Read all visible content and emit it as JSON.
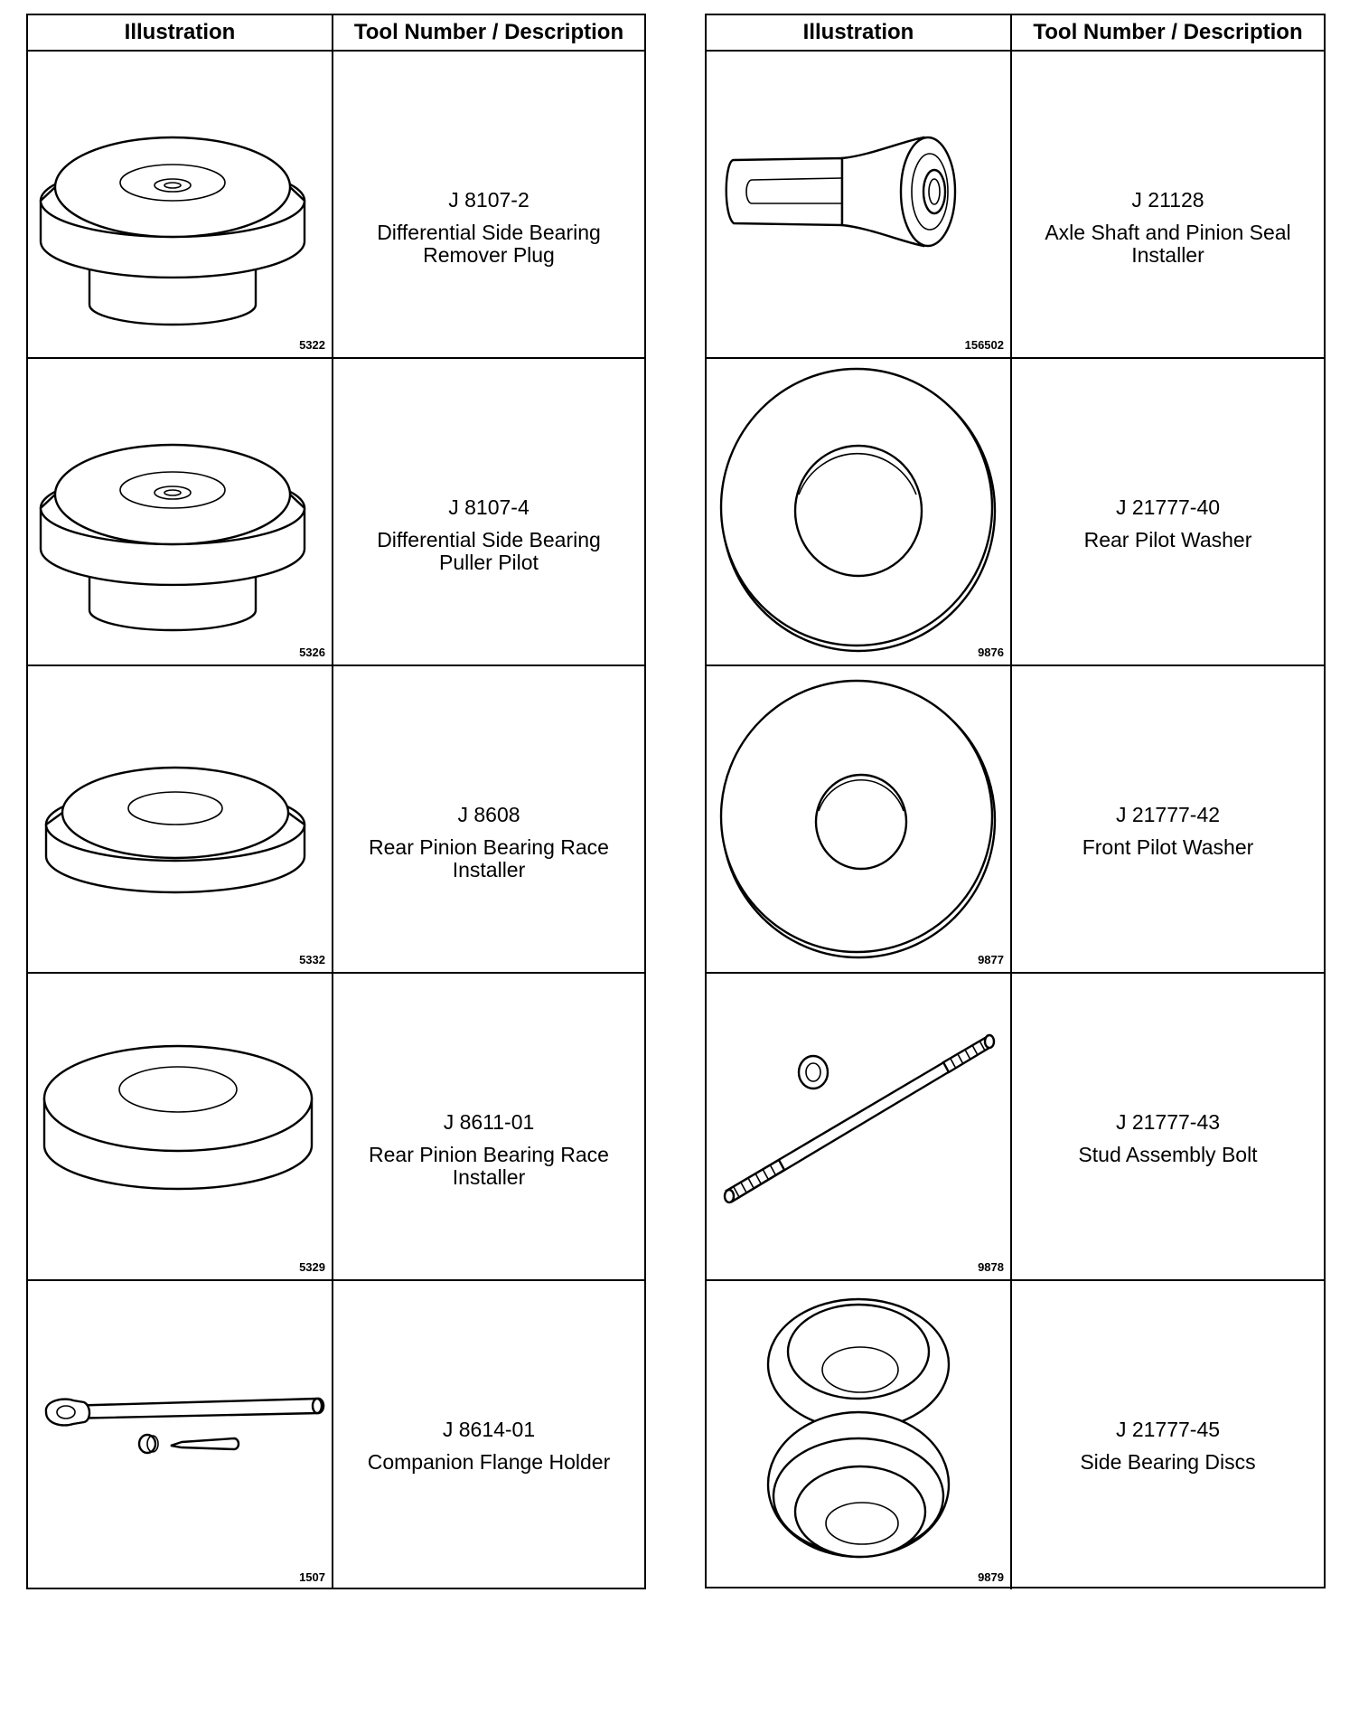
{
  "left_table": {
    "header_illustration": "Illustration",
    "header_description": "Tool Number / Description",
    "rows": [
      {
        "tool_number": "J 8107-2",
        "description": "Differential Side Bearing\nRemover Plug",
        "figure_number": "5322"
      },
      {
        "tool_number": "J 8107-4",
        "description": "Differential Side Bearing\nPuller Pilot",
        "figure_number": "5326"
      },
      {
        "tool_number": "J 8608",
        "description": "Rear Pinion Bearing Race\nInstaller",
        "figure_number": "5332"
      },
      {
        "tool_number": "J 8611-01",
        "description": "Rear Pinion Bearing Race\nInstaller",
        "figure_number": "5329"
      },
      {
        "tool_number": "J 8614-01",
        "description": "Companion Flange Holder",
        "figure_number": "1507"
      }
    ]
  },
  "right_table": {
    "header_illustration": "Illustration",
    "header_description": "Tool Number / Description",
    "rows": [
      {
        "tool_number": "J 21128",
        "description": "Axle Shaft and Pinion Seal\nInstaller",
        "figure_number": "156502"
      },
      {
        "tool_number": "J 21777-40",
        "description": "Rear Pilot Washer",
        "figure_number": "9876"
      },
      {
        "tool_number": "J 21777-42",
        "description": "Front Pilot Washer",
        "figure_number": "9877"
      },
      {
        "tool_number": "J 21777-43",
        "description": "Stud Assembly Bolt",
        "figure_number": "9878"
      },
      {
        "tool_number": "J 21777-45",
        "description": "Side Bearing Discs",
        "figure_number": "9879"
      }
    ]
  }
}
